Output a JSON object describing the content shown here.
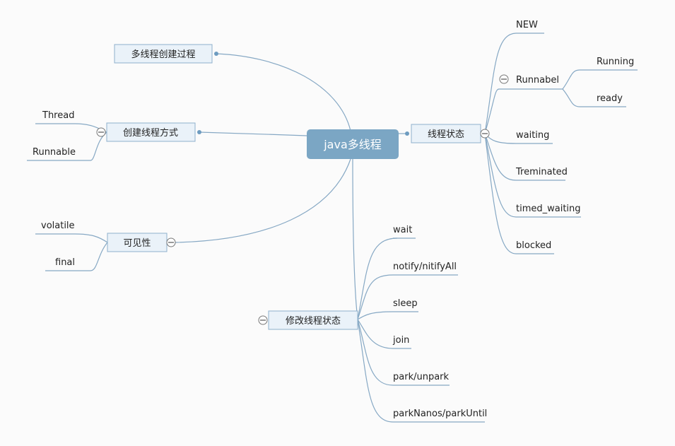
{
  "center": {
    "label": "java多线程"
  },
  "topics": {
    "create_process": {
      "label": "多线程创建过程"
    },
    "create_methods": {
      "label": "创建线程方式",
      "children": [
        "Thread",
        "Runnable"
      ]
    },
    "visibility": {
      "label": "可见性",
      "children": [
        "volatile",
        "final"
      ]
    },
    "thread_state": {
      "label": "线程状态",
      "children": [
        "NEW",
        "Runnabel",
        "waiting",
        "Treminated",
        "timed_waiting",
        "blocked"
      ],
      "runnable_children": [
        "Running",
        "ready"
      ]
    },
    "modify_state": {
      "label": "修改线程状态",
      "children": [
        "wait",
        "notify/nitifyAll",
        "sleep",
        "join",
        "park/unpark",
        "parkNanos/parkUntil"
      ]
    }
  },
  "colors": {
    "line": "#86a8c4",
    "topic_fill": "#eaf2f9",
    "center_fill": "#7ba6c4",
    "background": "#fbfbfb"
  }
}
